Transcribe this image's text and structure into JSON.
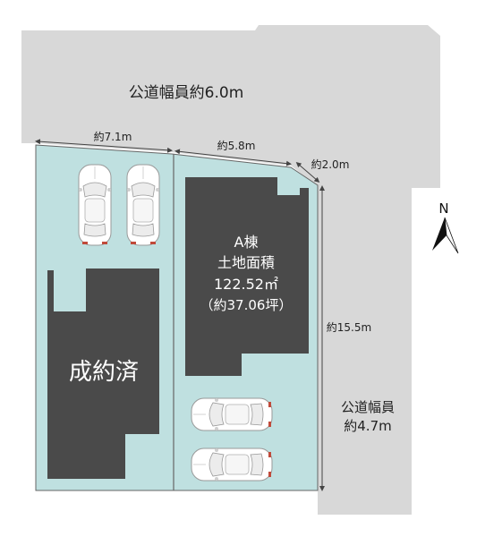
{
  "roads": {
    "north_label": "公道幅員約6.0m",
    "east_label_line1": "公道幅員",
    "east_label_line2": "約4.7m"
  },
  "dimensions": {
    "top_left": "約7.1m",
    "top_mid": "約5.8m",
    "top_corner": "約2.0m",
    "right_side": "約15.5m"
  },
  "lot_a": {
    "name": "A棟",
    "area_label": "土地面積",
    "area_sqm": "122.52㎡",
    "area_tsubo": "（約37.06坪）"
  },
  "lot_sold": {
    "label": "成約済"
  },
  "compass": {
    "label": "N"
  },
  "colors": {
    "road": "#d8d8d8",
    "lot": "#bfe0e0",
    "building": "#4a4a4a",
    "line": "#555555"
  }
}
